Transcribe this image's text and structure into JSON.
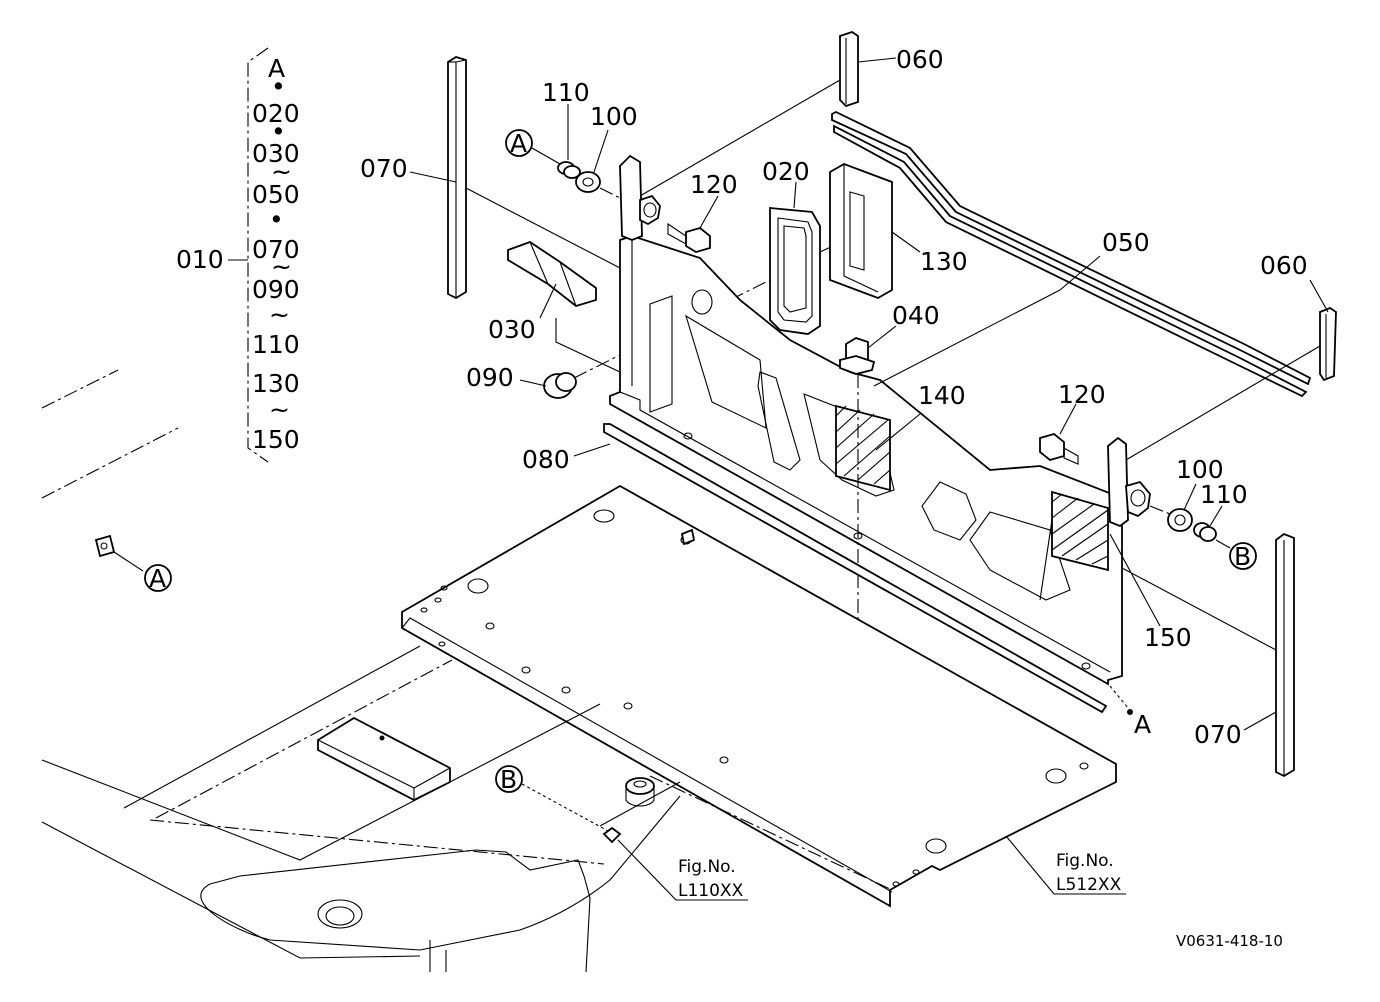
{
  "callouts": {
    "p010": "010",
    "p020": "020",
    "p030": "030",
    "p040": "040",
    "p050": "050",
    "p060a": "060",
    "p060b": "060",
    "p070a": "070",
    "p070b": "070",
    "p080": "080",
    "p090": "090",
    "p100a": "100",
    "p100b": "100",
    "p110a": "110",
    "p110b": "110",
    "p120a": "120",
    "p120b": "120",
    "p130": "130",
    "p140": "140",
    "p150": "150"
  },
  "group_list": {
    "items": [
      "A",
      "020",
      "030",
      "050",
      "070",
      "090",
      "110",
      "130",
      "150"
    ],
    "separators": [
      "•",
      "•",
      "~",
      "•",
      "~",
      "~",
      "~"
    ]
  },
  "markers": {
    "a1": "A",
    "a2": "A",
    "a3": "A",
    "b1": "B",
    "b2": "B"
  },
  "references": {
    "ref1_title": "Fig.No.",
    "ref1_code": "L110XX",
    "ref2_title": "Fig.No.",
    "ref2_code": "L512XX"
  },
  "drawing_code": "V0631-418-10"
}
